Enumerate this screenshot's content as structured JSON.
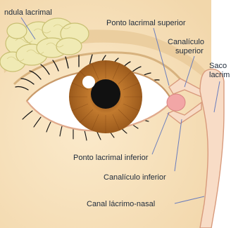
{
  "labels": {
    "gland": "ndula lacrimal",
    "ponto_superior": "Ponto lacrimal superior",
    "canaliculo_superior_line1": "Canalículo",
    "canaliculo_superior_line2": "superior",
    "saco_line1": "Saco",
    "saco_line2": "lacrim",
    "ponto_inferior": "Ponto lacrimal inferior",
    "canaliculo_inferior": "Canalículo inferior",
    "canal_nasal": "Canal lácrimo-nasal"
  },
  "colors": {
    "skin": "#f7e3bf",
    "skin_shade": "#e4c294",
    "gland_fill": "#f0eab4",
    "gland_edge": "#c8bf72",
    "sclera": "#ffffff",
    "iris": "#c2772a",
    "iris_dark": "#8a4d14",
    "pupil": "#111111",
    "caruncle": "#f2a6a6",
    "duct": "#f8dcc6",
    "duct_edge": "#d89a7c",
    "pointer_line": "#6a7dbd",
    "lash": "#111111"
  }
}
